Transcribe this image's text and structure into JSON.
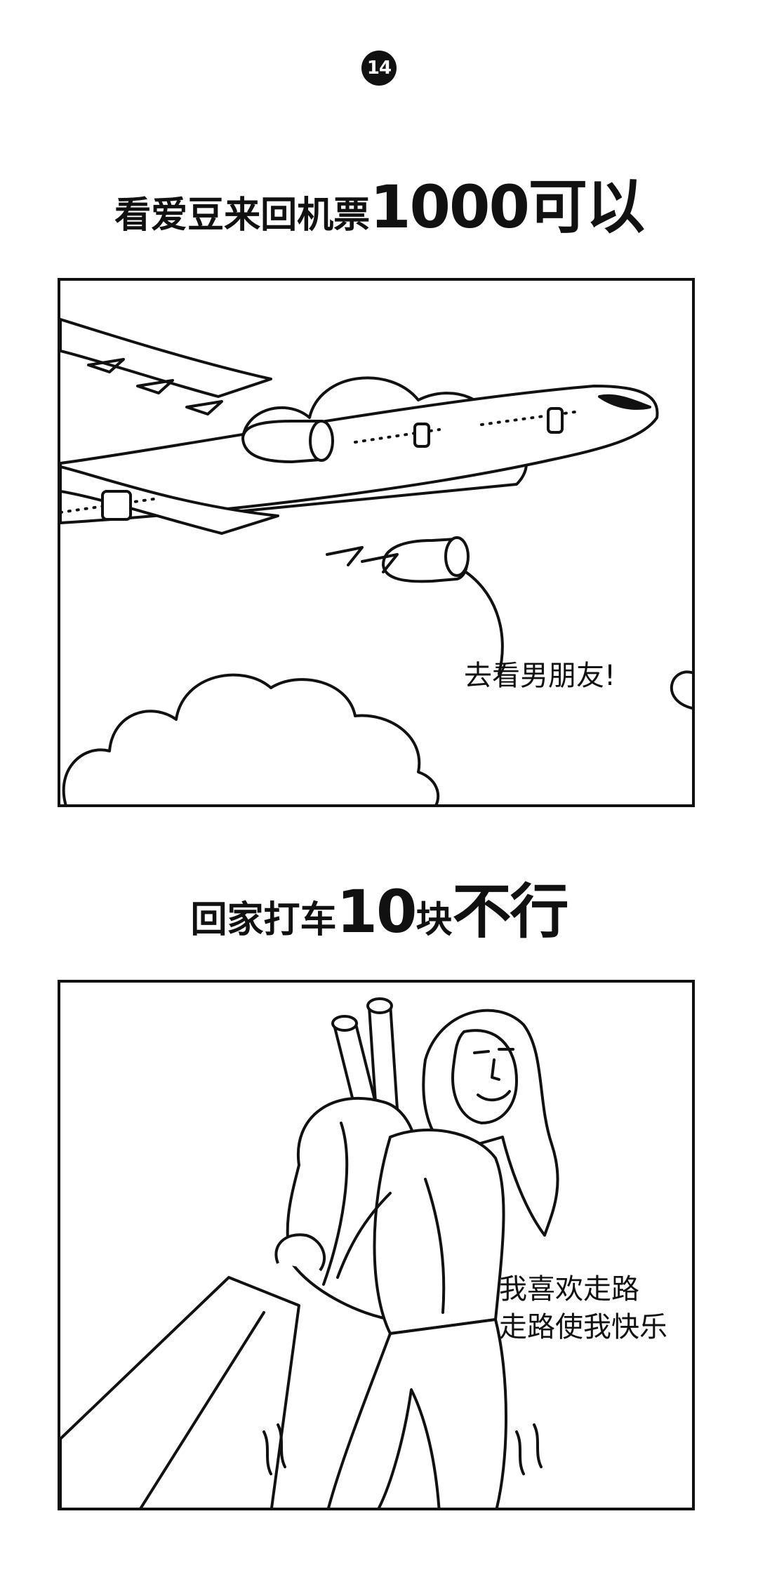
{
  "page": {
    "number": "14"
  },
  "panel_1": {
    "headline_part1": "看爱豆来回机票",
    "headline_part2": "1000可以",
    "speech": "去看男朋友!"
  },
  "panel_2": {
    "headline_part1": "回家打车",
    "headline_part2": "10",
    "headline_part3": "块",
    "headline_part4": "不行",
    "speech_line1": "我喜欢走路",
    "speech_line2": "走路使我快乐"
  }
}
